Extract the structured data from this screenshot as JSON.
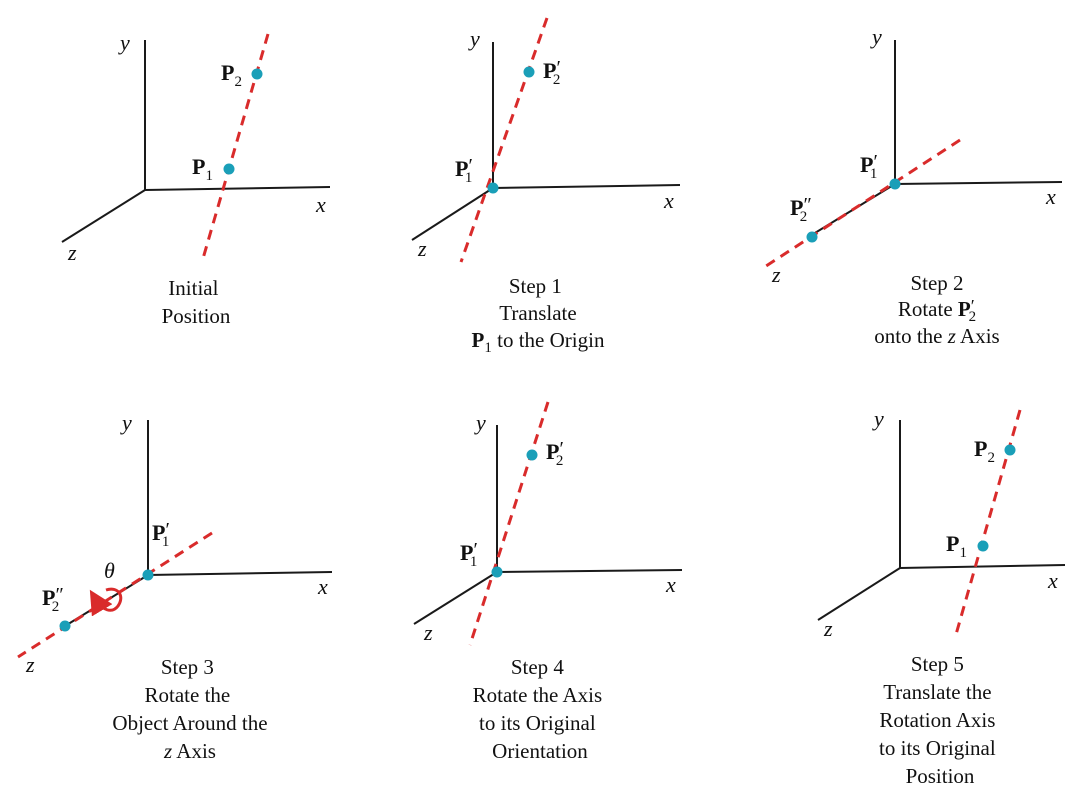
{
  "colors": {
    "axis": "#1a1a1a",
    "rotation_axis": "#d92b2b",
    "point": "#1a9fb8",
    "arrow": "#d92b2b"
  },
  "axis_labels": {
    "x": "x",
    "y": "y",
    "z": "z"
  },
  "angle_label": "θ",
  "points": {
    "p1": {
      "main": "P",
      "sub": "1",
      "prime": ""
    },
    "p2": {
      "main": "P",
      "sub": "2",
      "prime": ""
    },
    "p1_prime": {
      "main": "P",
      "sub": "1",
      "prime": "′"
    },
    "p2_prime": {
      "main": "P",
      "sub": "2",
      "prime": "′"
    },
    "p2_dprime": {
      "main": "P",
      "sub": "2",
      "prime": "″"
    }
  },
  "panels": [
    {
      "id": "initial",
      "caption": [
        "Initial",
        "Position"
      ]
    },
    {
      "id": "step1",
      "caption": [
        "Step 1",
        "Translate",
        "P1 to the Origin"
      ]
    },
    {
      "id": "step2",
      "caption": [
        "Step 2",
        "Rotate P2′",
        "onto the z Axis"
      ]
    },
    {
      "id": "step3",
      "caption": [
        "Step 3",
        "Rotate the",
        "Object Around the",
        "z Axis"
      ]
    },
    {
      "id": "step4",
      "caption": [
        "Step 4",
        "Rotate the Axis",
        "to its Original",
        "Orientation"
      ]
    },
    {
      "id": "step5",
      "caption": [
        "Step 5",
        "Translate the",
        "Rotation Axis",
        "to its Original",
        "Position"
      ]
    }
  ]
}
